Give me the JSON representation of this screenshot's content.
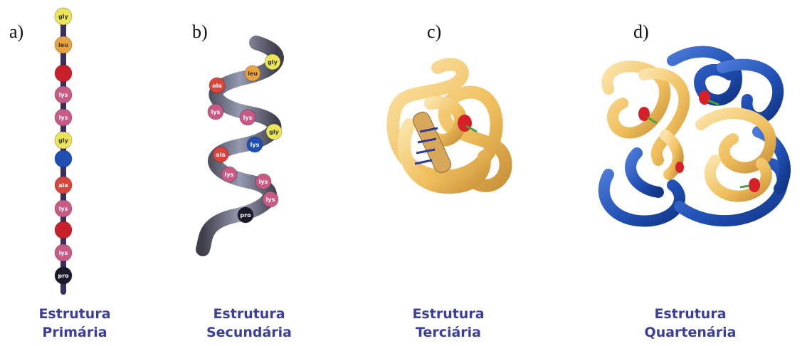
{
  "panels": [
    {
      "letter": "a)",
      "caption_line1": "Estrutura",
      "caption_line2": "Primária",
      "residues": [
        "gly",
        "leu",
        "",
        "lys",
        "lys",
        "gly",
        "",
        "ala",
        "lys",
        "",
        "lys",
        "pro"
      ]
    },
    {
      "letter": "b)",
      "caption_line1": "Estrutura",
      "caption_line2": "Secundária",
      "residues": [
        "gly",
        "leu",
        "ala",
        "lys",
        "lys",
        "gly",
        "lys",
        "ala",
        "lys",
        "lys",
        "lys",
        "pro"
      ]
    },
    {
      "letter": "c)",
      "caption_line1": "Estrutura",
      "caption_line2": "Terciária"
    },
    {
      "letter": "d)",
      "caption_line1": "Estrutura",
      "caption_line2": "Quartenária"
    }
  ],
  "colors": {
    "caption": "#3a3f9e",
    "backbone": "#3b2f5e",
    "gold": "#f2c66d",
    "blue": "#1f4fb3",
    "red": "#c8202a",
    "pink": "#c85a86",
    "yellow": "#ece55a",
    "orange": "#e8a33f"
  }
}
